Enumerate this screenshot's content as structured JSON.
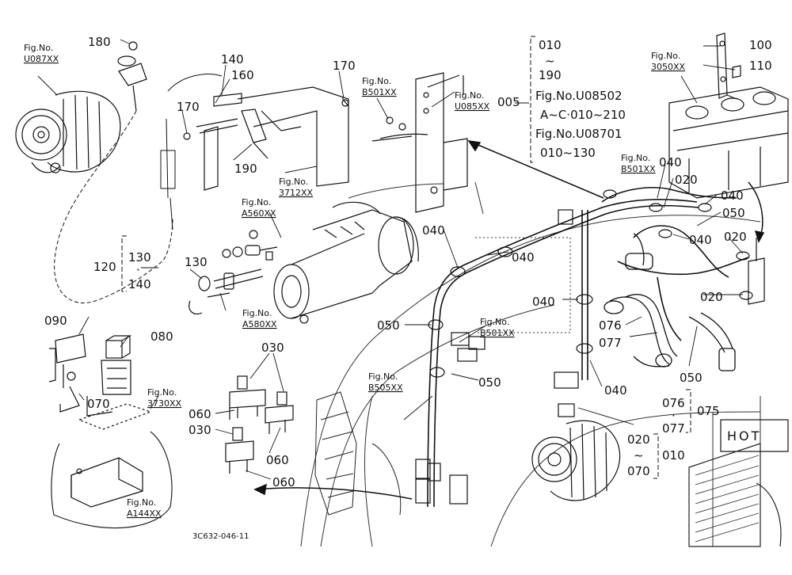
{
  "figure_id": "3C632-046-11",
  "figure_refs": {
    "u087": {
      "label": "Fig.No.",
      "code": "U087XX"
    },
    "b501_top": {
      "label": "Fig.No.",
      "code": "B501XX"
    },
    "u085": {
      "label": "Fig.No.",
      "code": "U085XX"
    },
    "f3712": {
      "label": "Fig.No.",
      "code": "3712XX"
    },
    "a560": {
      "label": "Fig.No.",
      "code": "A560XX"
    },
    "a580": {
      "label": "Fig.No.",
      "code": "A580XX"
    },
    "b501_mid": {
      "label": "Fig.No.",
      "code": "B501XX"
    },
    "b505": {
      "label": "Fig.No.",
      "code": "B505XX"
    },
    "f3730": {
      "label": "Fig.No.",
      "code": "3730XX"
    },
    "a144": {
      "label": "Fig.No.",
      "code": "A144XX"
    },
    "f3050": {
      "label": "Fig.No.",
      "code": "3050XX"
    },
    "b501_right": {
      "label": "Fig.No.",
      "code": "B501XX"
    }
  },
  "bracket_005": {
    "code": "005",
    "line1": "010",
    "line2": "~",
    "line3": "190",
    "line4": "Fig.No.U08502",
    "line5": "A~C·010~210",
    "line6": "Fig.No.U08701",
    "line7": "010~130"
  },
  "bracket_120": {
    "code": "120",
    "top": "130",
    "dot": "·",
    "bottom": "140"
  },
  "bracket_075": {
    "code": "075",
    "top": "076",
    "dot": "·",
    "bottom": "077"
  },
  "bracket_010": {
    "code": "010",
    "top": "020",
    "mid": "~",
    "bottom": "070"
  },
  "part_numbers": {
    "p180": "180",
    "p140": "140",
    "p160": "160",
    "p170a": "170",
    "p170b": "170",
    "p190": "190",
    "p130": "130",
    "p090": "090",
    "p080": "080",
    "p070": "070",
    "p030a": "030",
    "p060a": "060",
    "p030b": "030",
    "p060b": "060",
    "p060c": "060",
    "p040a": "040",
    "p040b": "040",
    "p040c": "040",
    "p040d": "040",
    "p040e": "040",
    "p040f": "040",
    "p040g": "040",
    "p050a": "050",
    "p050b": "050",
    "p050c": "050",
    "p050d": "050",
    "p020a": "020",
    "p020b": "020",
    "p020c": "020",
    "p076": "076",
    "p077": "077",
    "p100": "100",
    "p110": "110"
  },
  "panel_text": "HOT"
}
